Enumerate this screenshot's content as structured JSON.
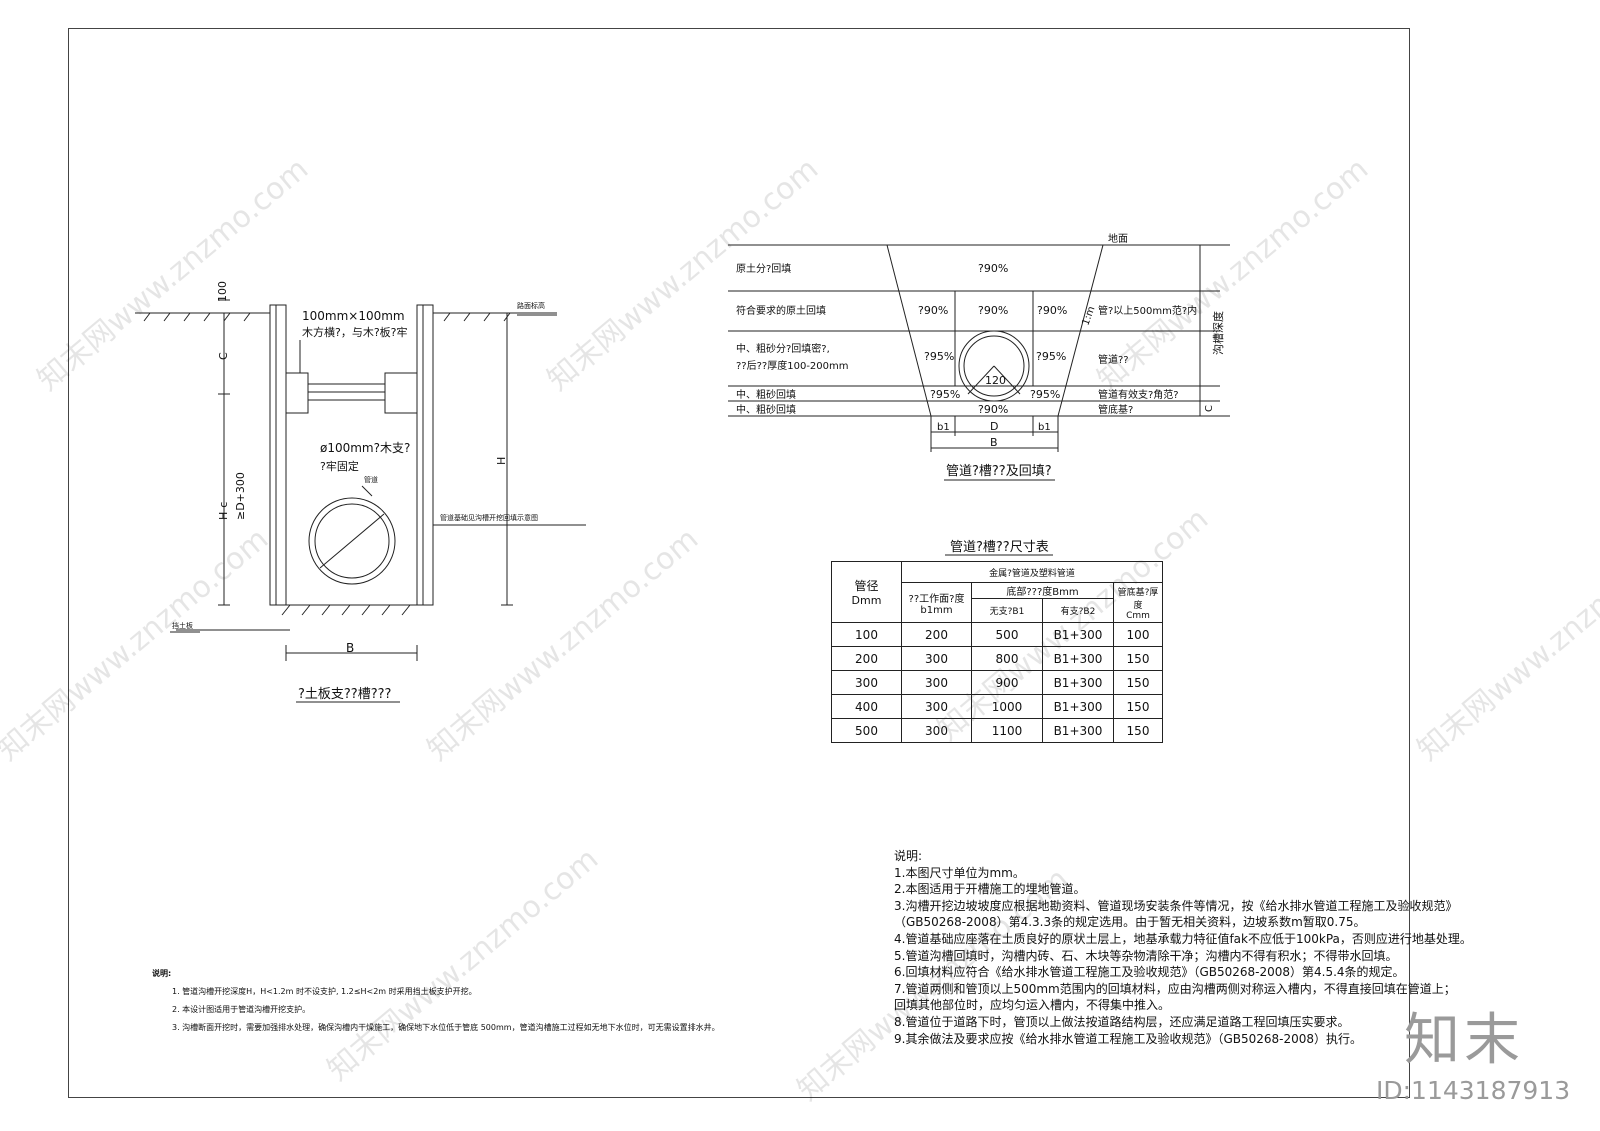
{
  "left_drawing": {
    "caption": "?土板支??槽???",
    "dim_top": "100",
    "dim_c": "C",
    "dim_hc": "H-c",
    "dim_d300": "≥D+300",
    "dim_h": "H",
    "dim_b": "B",
    "label_timber": "100mm×100mm",
    "label_timber2": "木方横?，与木?板?牢",
    "label_strut": "ø100mm?木支?",
    "label_strut2": "?牢固定",
    "label_pipe": "管道",
    "label_ground": "路面标高",
    "label_base": "挡土板",
    "label_right": "管道基础见沟槽开挖回填示意图"
  },
  "left_notes": {
    "title": "说明:",
    "n1": "1. 管道沟槽开挖深度H，H<1.2m 时不设支护, 1.2≤H<2m 时采用挡土板支护开挖。",
    "n2": "2. 本设计图适用于管道沟槽开挖支护。",
    "n3": "3. 沟槽断面开挖时，需要加强排水处理，确保沟槽内干燥施工，确保地下水位低于管底 500mm，管道沟槽施工过程如无地下水位时，可无需设置排水井。"
  },
  "right_drawing": {
    "caption": "管道?槽??及回填?",
    "ground": "地面",
    "depth": "沟槽深度",
    "slope": "1:m",
    "angle": "120",
    "dim_b1a": "b1",
    "dim_b1b": "b1",
    "dim_d": "D",
    "dim_b": "B",
    "dim_c": "C",
    "rows": {
      "r1_left": "原土分?回填",
      "r1_mid": "?90%",
      "r2_left": "符合要求的原土回填",
      "r2_a": "?90%",
      "r2_b": "?90%",
      "r2_c": "?90%",
      "r2_right": "管?以上500mm范?内",
      "r3_left1": "中、粗砂分?回填密?,",
      "r3_left2": "??后??厚度100-200mm",
      "r3_a": "?95%",
      "r3_b": "?95%",
      "r3_right": "管道??",
      "r4_left": "中、粗砂回填",
      "r4_a": "?95%",
      "r4_b": "?95%",
      "r4_right": "管道有效支?角范?",
      "r5_left": "中、粗砂回填",
      "r5_mid": "?90%",
      "r5_right": "管底基?"
    }
  },
  "size_table": {
    "title": "管道?槽??尺寸表",
    "h_dia": "管径",
    "h_dia_unit": "Dmm",
    "h_group": "金属?管道及塑料管道",
    "h_b1": "??工作面?度",
    "h_b1_unit": "b1mm",
    "h_bottom": "底部???度Bmm",
    "h_nosup": "无支?B1",
    "h_sup": "有支?B2",
    "h_c": "管底基?厚度",
    "h_c_unit": "Cmm",
    "rows": [
      [
        "100",
        "200",
        "500",
        "B1+300",
        "100"
      ],
      [
        "200",
        "300",
        "800",
        "B1+300",
        "150"
      ],
      [
        "300",
        "300",
        "900",
        "B1+300",
        "150"
      ],
      [
        "400",
        "300",
        "1000",
        "B1+300",
        "150"
      ],
      [
        "500",
        "300",
        "1100",
        "B1+300",
        "150"
      ]
    ]
  },
  "notes": {
    "title": "说明:",
    "n1": "1.本图尺寸单位为mm。",
    "n2": "2.本图适用于开槽施工的埋地管道。",
    "n3": "3.沟槽开挖边坡坡度应根据地勘资料、管道现场安装条件等情况，按《给水排水管道工程施工及验收规范》",
    "n3b": "（GB50268-2008）第4.3.3条的规定选用。由于暂无相关资料，边坡系数m暂取0.75。",
    "n4": "4.管道基础应座落在土质良好的原状土层上，地基承载力特征值fak不应低于100kPa，否则应进行地基处理。",
    "n5": "5.管道沟槽回填时，沟槽内砖、石、木块等杂物清除干净；沟槽内不得有积水；不得带水回填。",
    "n6": "6.回填材料应符合《给水排水管道工程施工及验收规范》（GB50268-2008）第4.5.4条的规定。",
    "n7": "7.管道两侧和管顶以上500mm范围内的回填材料，应由沟槽两侧对称运入槽内，不得直接回填在管道上；",
    "n7b": "回填其他部位时，应均匀运入槽内，不得集中推入。",
    "n8": "8.管道位于道路下时，管顶以上做法按道路结构层，还应满足道路工程回填压实要求。",
    "n9": "9.其余做法及要求应按《给水排水管道工程施工及验收规范》（GB50268-2008）执行。"
  },
  "watermark": {
    "logo": "知末",
    "id": "ID:1143187913",
    "site": "知末网www.znzmo.com"
  }
}
